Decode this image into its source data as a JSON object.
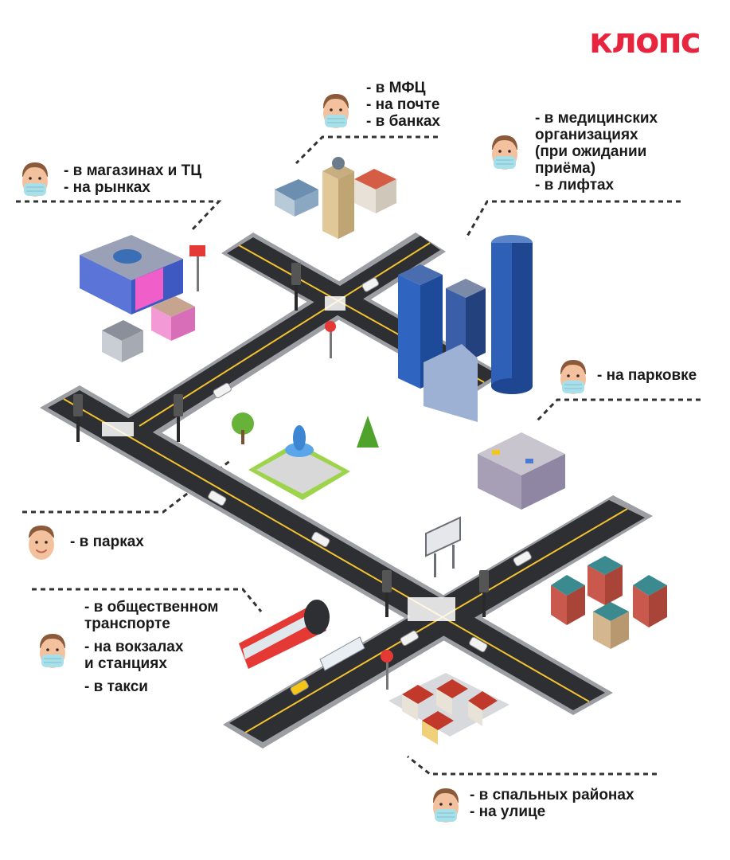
{
  "logo": "клопс",
  "colors": {
    "brand": "#e8253f",
    "road": "#2e2f33",
    "road_side": "#8a8d91",
    "road_line": "#f2c230",
    "mask": "#a9dfe8",
    "skin": "#f4c19e",
    "hair": "#8a5a3a",
    "grass": "#9ed44b"
  },
  "callouts": {
    "mfc": [
      "- в МФЦ",
      "- на почте",
      "- в банках"
    ],
    "shops": [
      "- в магазинах и ТЦ",
      "- на рынках"
    ],
    "medical": [
      "- в медицинских",
      "организациях",
      "(при ожидании",
      "приёма)",
      "- в лифтах"
    ],
    "parking": [
      "- на парковке"
    ],
    "parks": [
      "- в парках"
    ],
    "transport": [
      "- в общественном",
      "транспорте",
      "- на вокзалах",
      "и станциях",
      "- в такси"
    ],
    "residential": [
      "- в спальных районах",
      "- на улице"
    ]
  },
  "icons": {
    "masked_face": "masked-face-icon",
    "unmasked_face": "face-icon"
  }
}
